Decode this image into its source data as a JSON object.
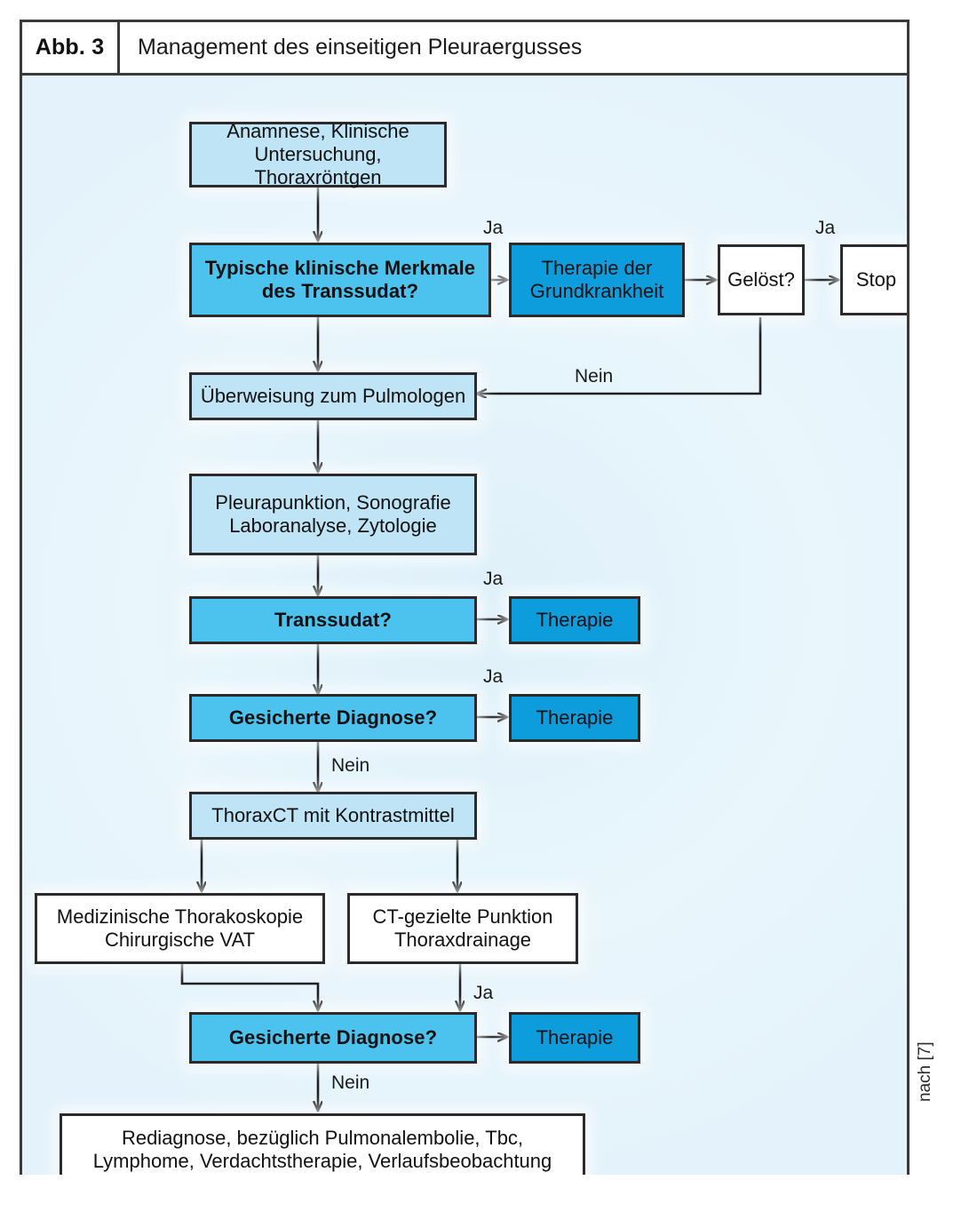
{
  "figure": {
    "number": "Abb. 3",
    "title": "Management des einseitigen Pleuraergusses",
    "source_note": "nach [7]"
  },
  "colors": {
    "background": "#e6f4fb",
    "process_light": "#bfe4f6",
    "decision_mid": "#4cc3ee",
    "therapy_deep": "#0d9ddd",
    "terminal_white": "#ffffff",
    "stroke": "#2b2b2b"
  },
  "nodes": [
    {
      "id": "anamnese",
      "kind": "process",
      "line1": "Anamnese, Klinische",
      "line2": "Untersuchung, Thoraxröntgen"
    },
    {
      "id": "typische",
      "kind": "decision",
      "line1": "Typische klinische Merkmale",
      "line2": "des Transsudat?"
    },
    {
      "id": "grundkrankheit",
      "kind": "therapy",
      "line1": "Therapie der",
      "line2": "Grundkrankheit"
    },
    {
      "id": "geloest",
      "kind": "terminal",
      "line1": "Gelöst?",
      "line2": ""
    },
    {
      "id": "stop",
      "kind": "terminal",
      "line1": "Stop",
      "line2": ""
    },
    {
      "id": "ueberweisung",
      "kind": "process",
      "line1": "Überweisung zum Pulmologen",
      "line2": ""
    },
    {
      "id": "pleurapunktion",
      "kind": "process",
      "line1": "Pleurapunktion, Sonografie",
      "line2": "Laboranalyse, Zytologie"
    },
    {
      "id": "transsudat",
      "kind": "decision",
      "line1": "Transsudat?",
      "line2": ""
    },
    {
      "id": "therapie1",
      "kind": "therapy",
      "line1": "Therapie",
      "line2": ""
    },
    {
      "id": "diagnose1",
      "kind": "decision",
      "line1": "Gesicherte Diagnose?",
      "line2": ""
    },
    {
      "id": "therapie2",
      "kind": "therapy",
      "line1": "Therapie",
      "line2": ""
    },
    {
      "id": "thoraxct",
      "kind": "process",
      "line1": "ThoraxCT mit Kontrastmittel",
      "line2": ""
    },
    {
      "id": "thorakoskopie",
      "kind": "terminal",
      "line1": "Medizinische Thorakoskopie",
      "line2": "Chirurgische VAT"
    },
    {
      "id": "ctpunktion",
      "kind": "terminal",
      "line1": "CT-gezielte Punktion",
      "line2": "Thoraxdrainage"
    },
    {
      "id": "diagnose2",
      "kind": "decision",
      "line1": "Gesicherte Diagnose?",
      "line2": ""
    },
    {
      "id": "therapie3",
      "kind": "therapy",
      "line1": "Therapie",
      "line2": ""
    },
    {
      "id": "rediagnose",
      "kind": "terminal",
      "line1": "Rediagnose, bezüglich Pulmonalembolie, Tbc,",
      "line2": "Lymphome, Verdachtstherapie, Verlaufsbeobachtung"
    }
  ],
  "edge_labels": [
    {
      "id": "ja-typische",
      "text": "Ja"
    },
    {
      "id": "ja-geloest",
      "text": "Ja"
    },
    {
      "id": "nein-geloest",
      "text": "Nein"
    },
    {
      "id": "ja-transsudat",
      "text": "Ja"
    },
    {
      "id": "ja-diagnose1",
      "text": "Ja"
    },
    {
      "id": "nein-diagnose1",
      "text": "Nein"
    },
    {
      "id": "ja-diagnose2",
      "text": "Ja"
    },
    {
      "id": "nein-diagnose2",
      "text": "Nein"
    }
  ]
}
